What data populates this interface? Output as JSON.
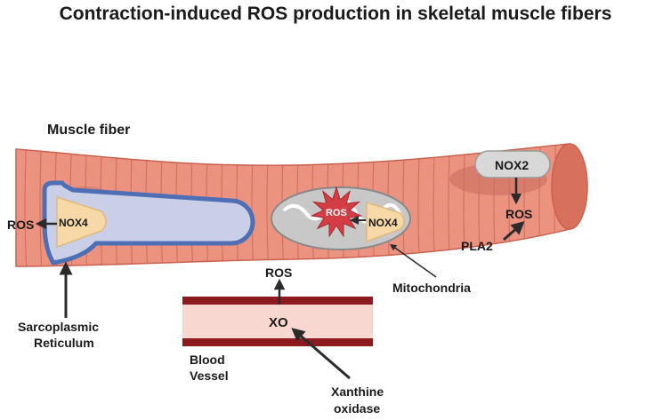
{
  "title": "Contraction-induced ROS production in skeletal muscle fibers",
  "colors": {
    "fiber_fill": "#ec9280",
    "fiber_stripe": "#c9614d",
    "fiber_end": "#d8705e",
    "sr_fill": "#c9cfe6",
    "sr_border": "#4e6fb4",
    "nox4_fill": "#f6d9a6",
    "nox2_fill": "#d8d8d8",
    "ros_burst": "#d43d44",
    "mito_fill": "#c8c8c8",
    "vessel_wall": "#8c1a1f",
    "vessel_lumen": "#f7d7d0",
    "arrow": "#2b2b2b"
  },
  "labels": {
    "muscle_fiber": "Muscle fiber",
    "ros_sr": "ROS",
    "nox4_sr": "NOX4",
    "sarcoplasmic_line1": "Sarcoplasmic",
    "sarcoplasmic_line2": "Reticulum",
    "ros_mito": "ROS",
    "nox4_mito": "NOX4",
    "mitochondria": "Mitochondria",
    "nox2": "NOX2",
    "ros_nox2": "ROS",
    "pla2": "PLA2",
    "ros_xo": "ROS",
    "xo": "XO",
    "blood_line1": "Blood",
    "blood_line2": "Vessel",
    "xanthine_line1": "Xanthine",
    "xanthine_line2": "oxidase"
  }
}
